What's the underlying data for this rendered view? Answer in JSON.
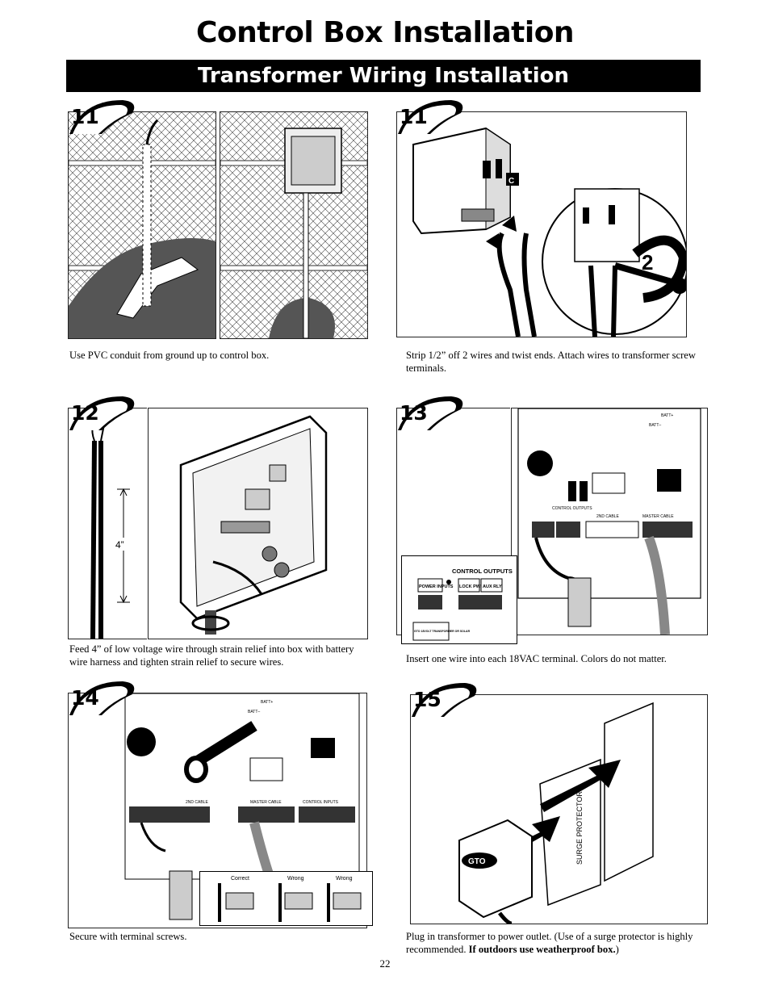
{
  "page": {
    "title": "Control Box Installation",
    "subtitle": "Transformer Wiring Installation",
    "page_number": "22"
  },
  "steps": {
    "s11a": {
      "number": "11",
      "caption": "Use PVC conduit from ground up to control box."
    },
    "s11b": {
      "number": "11",
      "caption": "Strip 1/2” off 2 wires and twist ends. Attach wires to transformer screw terminals.",
      "callout_c": "C",
      "callout_2": "2"
    },
    "s12": {
      "number": "12",
      "caption": "Feed 4” of low voltage wire through strain relief into box with battery wire harness and tighten strain relief to secure wires.",
      "dimension": "4”"
    },
    "s13": {
      "number": "13",
      "caption": "Insert one wire into each 18VAC terminal. Colors do not matter.",
      "inset": {
        "heading": "CONTROL OUTPUTS",
        "power_inputs": "POWER INPUTS",
        "lock_pwr": "LOCK PWR",
        "aux_rly": "AUX RLY",
        "transformer_note": "GTO 18VOLT TRANSFORMER OR SOLAR"
      },
      "board": {
        "batt_plus": "BATT+",
        "batt_minus": "BATT–",
        "control_outputs": "CONTROL OUTPUTS",
        "second_cable": "2ND CABLE",
        "master_cable": "MASTER CABLE"
      }
    },
    "s14": {
      "number": "14",
      "caption": "Secure with terminal screws.",
      "wiring_check": {
        "correct": "Correct",
        "wrong_1": "Wrong",
        "wrong_2": "Wrong"
      },
      "board": {
        "batt_plus": "BATT+",
        "batt_minus": "BATT–",
        "second_cable": "2ND CABLE",
        "master_cable": "MASTER CABLE",
        "control_inputs": "CONTROL INPUTS"
      }
    },
    "s15": {
      "number": "15",
      "caption_plain": "Plug in transformer to power outlet. (Use of a surge protector is highly recommended.",
      "caption_bold": "If outdoors use weatherproof box.",
      "caption_end": ")",
      "surge_label": "SURGE PROTECTOR",
      "brand_logo": "GTO"
    }
  }
}
